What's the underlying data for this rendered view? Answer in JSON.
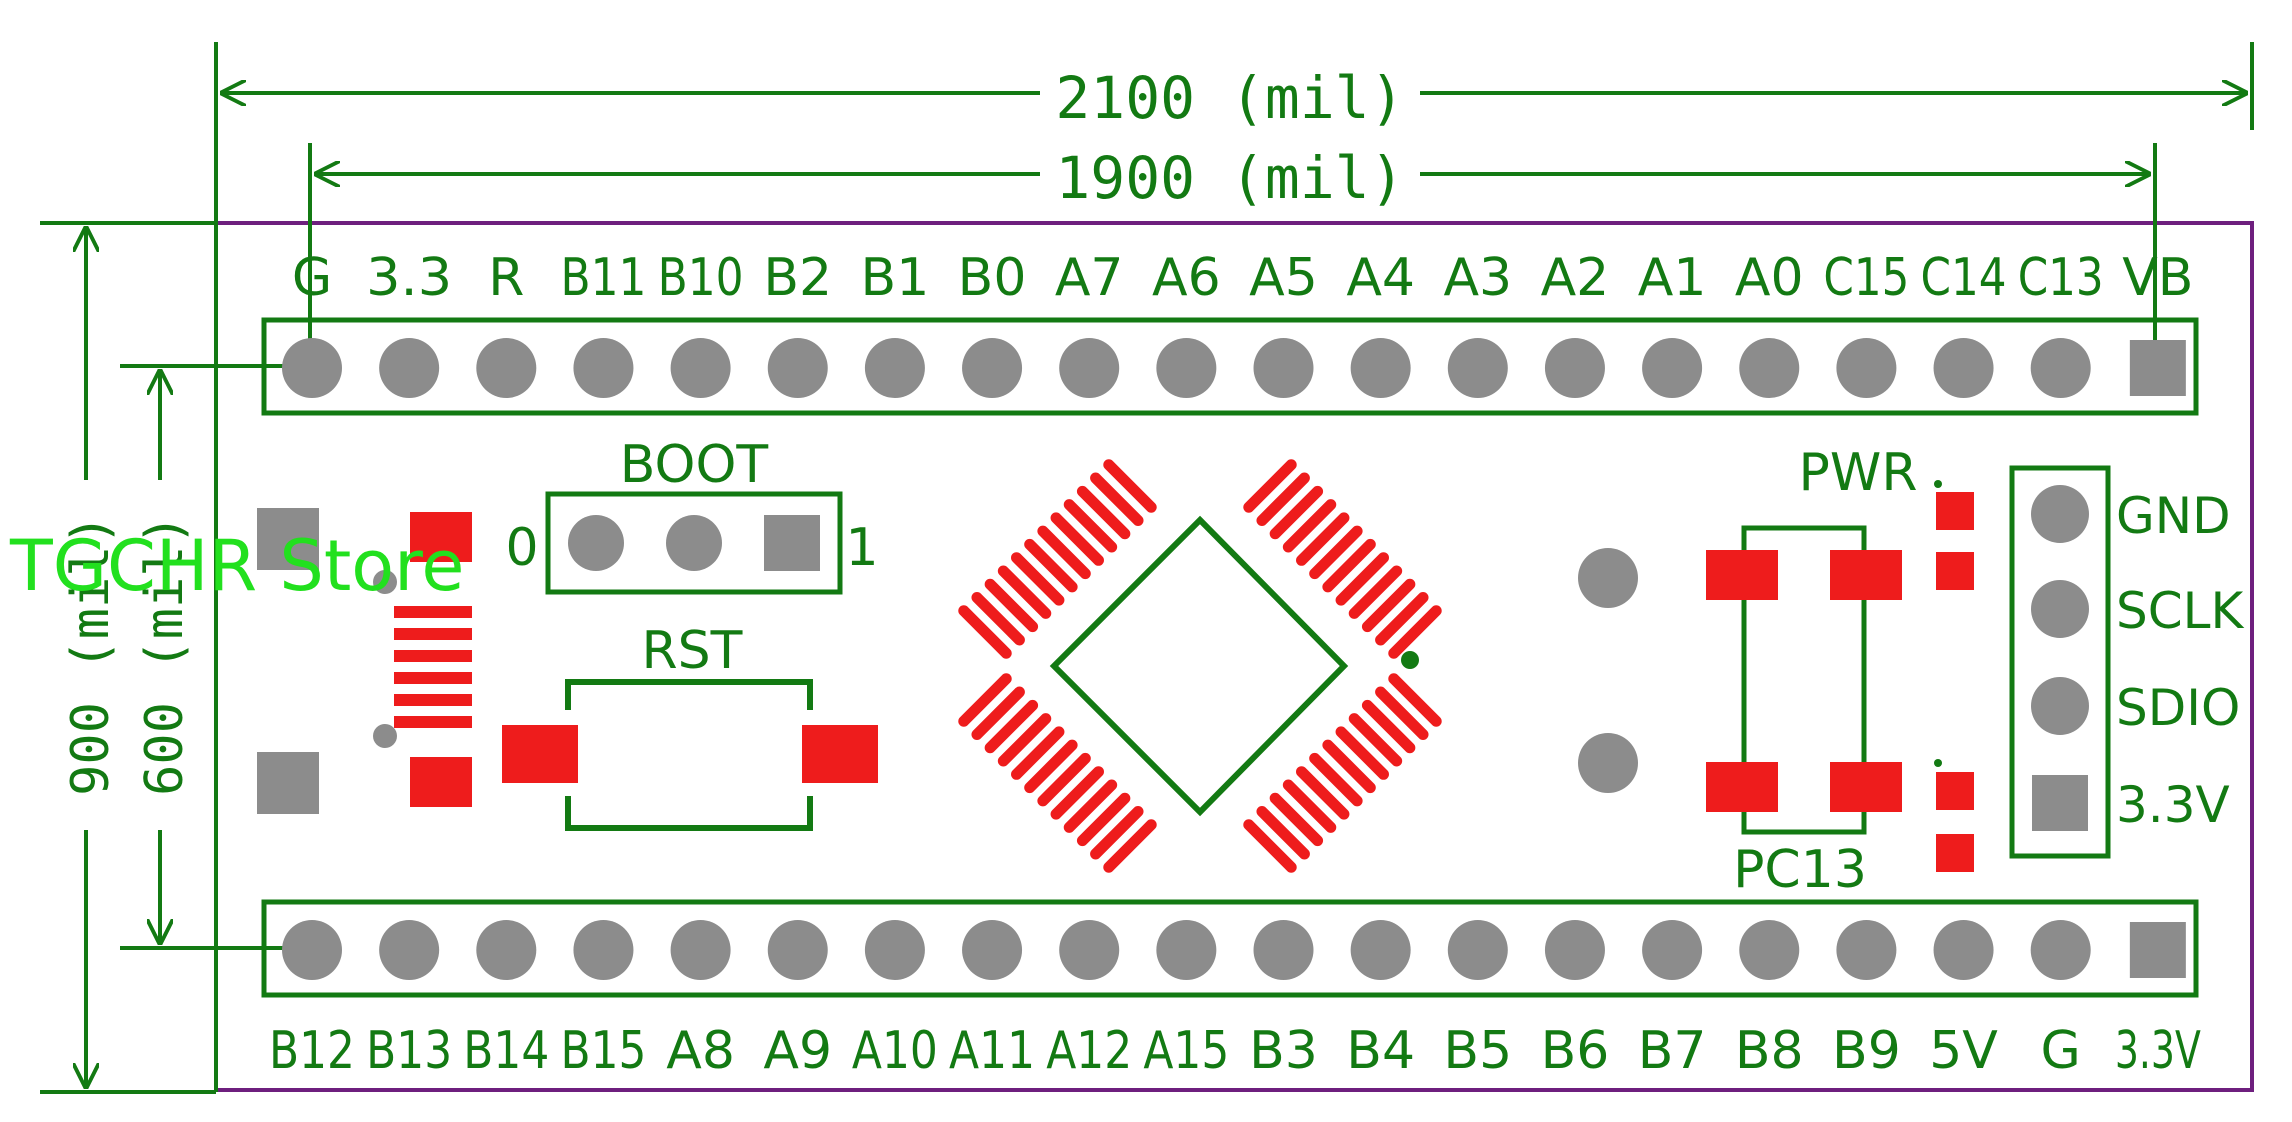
{
  "dimensions": {
    "width": "2100 (mil)",
    "inner_width": "1900 (mil)",
    "height": "900 (mil)",
    "inner_height": "600 (mil)"
  },
  "top_header_pins": [
    "G",
    "3.3",
    "R",
    "B11",
    "B10",
    "B2",
    "B1",
    "B0",
    "A7",
    "A6",
    "A5",
    "A4",
    "A3",
    "A2",
    "A1",
    "A0",
    "C15",
    "C14",
    "C13",
    "VB"
  ],
  "bottom_header_pins": [
    "B12",
    "B13",
    "B14",
    "B15",
    "A8",
    "A9",
    "A10",
    "A11",
    "A12",
    "A15",
    "B3",
    "B4",
    "B5",
    "B6",
    "B7",
    "B8",
    "B9",
    "5V",
    "G",
    "3.3V"
  ],
  "swd_pins": [
    "GND",
    "SCLK",
    "SDIO",
    "3.3V"
  ],
  "labels": {
    "boot": "BOOT",
    "boot_zero": "0",
    "boot_one": "1",
    "rst": "RST",
    "pwr": "PWR",
    "pc13": "PC13"
  },
  "watermark": "TGCHR Store",
  "colors": {
    "silkscreen": "#137a13",
    "copper_pad": "#ee1c1c",
    "through_hole": "#8c8c8c",
    "board_outline": "#6e1f7e",
    "watermark": "#22e01e"
  }
}
